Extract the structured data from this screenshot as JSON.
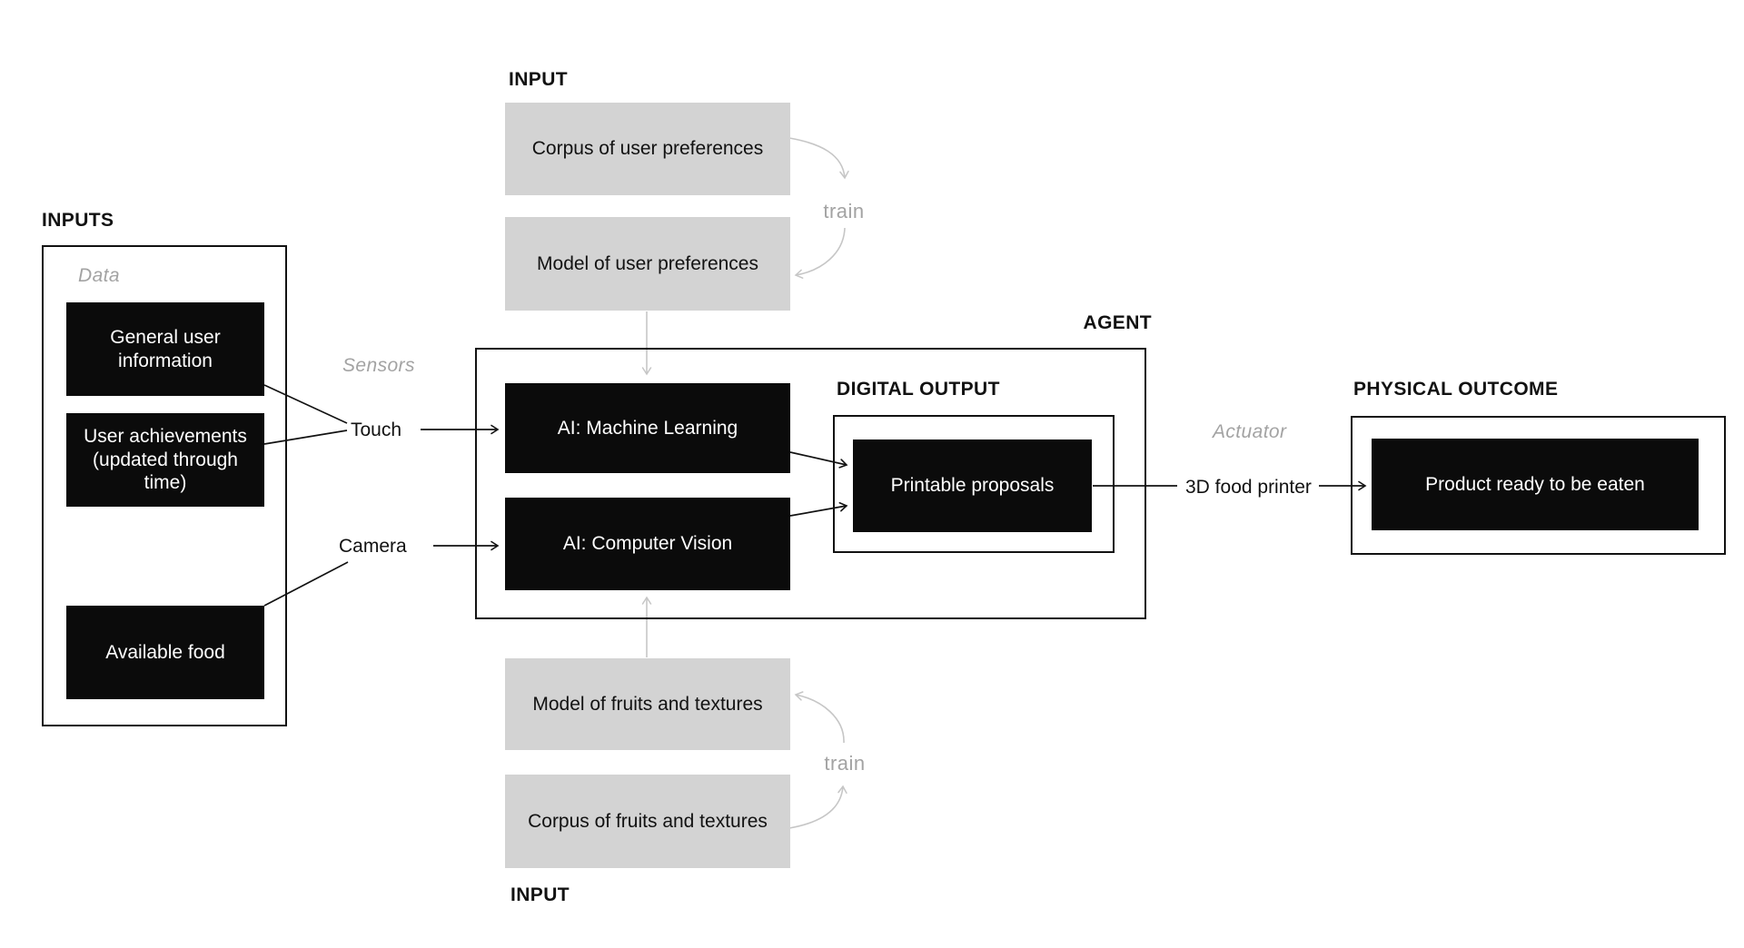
{
  "colors": {
    "gray_box": "#d3d3d3",
    "black_box": "#0b0b0b",
    "ink": "#121212",
    "muted_text": "#a3a3a3",
    "gray_line": "#c6c6c6"
  },
  "top_input": {
    "section_label": "INPUT",
    "corpus": "Corpus of user preferences",
    "train_label": "train",
    "model": "Model of user preferences"
  },
  "inputs_panel": {
    "section_label": "INPUTS",
    "group_label": "Data",
    "items": [
      "General user information",
      "User achievements (updated through time)",
      "Available food"
    ]
  },
  "sensors": {
    "group_label": "Sensors",
    "touch_label": "Touch",
    "camera_label": "Camera"
  },
  "agent": {
    "section_label": "AGENT",
    "machine_learning": "AI: Machine Learning",
    "computer_vision": "AI: Computer Vision",
    "digital_output": {
      "section_label": "DIGITAL OUTPUT",
      "printable_proposals": "Printable proposals"
    }
  },
  "actuator": {
    "group_label": "Actuator",
    "device_label": "3D food printer"
  },
  "physical_outcome": {
    "section_label": "PHYSICAL OUTCOME",
    "product": "Product ready to be eaten"
  },
  "bottom_input": {
    "section_label": "INPUT",
    "model": "Model of fruits and textures",
    "train_label": "train",
    "corpus": "Corpus of fruits and textures"
  }
}
